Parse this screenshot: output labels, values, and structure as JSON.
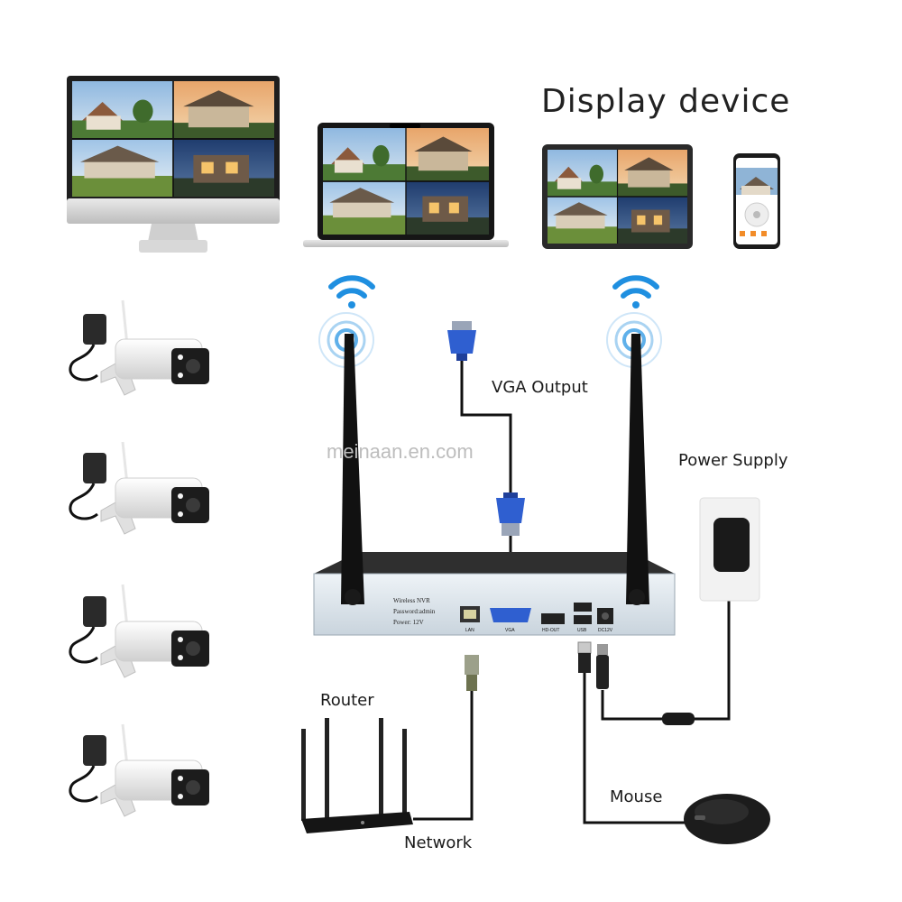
{
  "title": "Display device",
  "labels": {
    "vga_output": "VGA Output",
    "power_supply": "Power Supply",
    "router": "Router",
    "network": "Network",
    "mouse": "Mouse",
    "watermark": "meinaan.en.com"
  },
  "nvr": {
    "line1": "Wireless NVR",
    "line2": "Password:admin",
    "line3": "Power: 12V",
    "ports": [
      "LAN",
      "VGA",
      "HD-OUT",
      "USB",
      "DC12V"
    ]
  },
  "colors": {
    "wifi": "#1f8fe0",
    "vga_plug": "#2f5fd0",
    "nvr_front": "#d8e2ea",
    "nvr_top": "#3a3a3a"
  },
  "devices": [
    "monitor",
    "laptop",
    "tablet",
    "smartphone"
  ],
  "cameras": 4
}
